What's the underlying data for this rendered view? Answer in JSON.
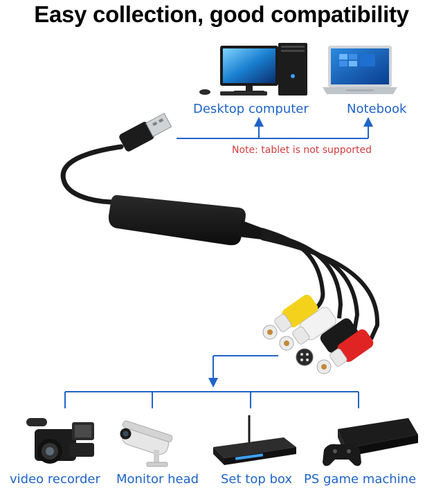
{
  "title": "Easy collection, good compatibility",
  "top_devices": [
    {
      "label": "Desktop computer",
      "icon": "desktop-computer-icon"
    },
    {
      "label": "Notebook",
      "icon": "laptop-icon"
    }
  ],
  "note": "Note: tablet is not supported",
  "bottom_devices": [
    {
      "label": "video recorder",
      "icon": "video-camera-icon"
    },
    {
      "label": "Monitor head",
      "icon": "security-camera-icon"
    },
    {
      "label": "Set top box",
      "icon": "set-top-box-icon"
    },
    {
      "label": "PS game machine",
      "icon": "game-console-icon"
    }
  ],
  "colors": {
    "accent": "#1f64c8",
    "note": "#d23c3c"
  }
}
